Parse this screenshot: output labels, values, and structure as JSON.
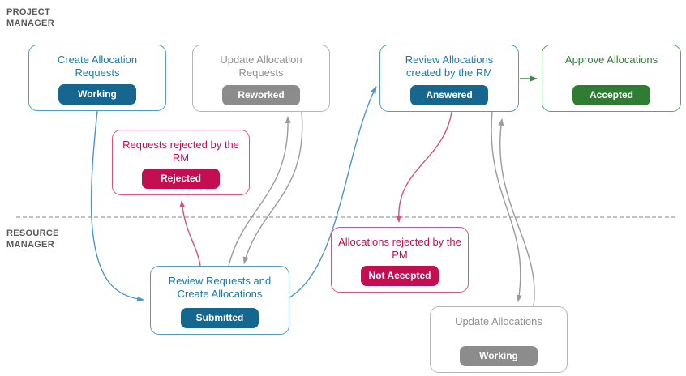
{
  "diagram": {
    "lanes": [
      {
        "label": "PROJECT MANAGER"
      },
      {
        "label": "RESOURCE MANAGER"
      }
    ],
    "nodes": [
      {
        "title": "Create Allocation Requests",
        "badge": "Working",
        "color": "blue"
      },
      {
        "title": "Update Allocation Requests",
        "badge": "Reworked",
        "color": "gray"
      },
      {
        "title": "Review Allocations created by the RM",
        "badge": "Answered",
        "color": "blue"
      },
      {
        "title": "Approve Allocations",
        "badge": "Accepted",
        "color": "green"
      },
      {
        "title": "Requests rejected by the RM",
        "badge": "Rejected",
        "color": "crimson"
      },
      {
        "title": "Allocations rejected by the PM",
        "badge": "Not Accepted",
        "color": "crimson"
      },
      {
        "title": "Review Requests and Create Allocations",
        "badge": "Submitted",
        "color": "blue"
      },
      {
        "title": "Update Allocations",
        "badge": "Working",
        "color": "gray"
      }
    ],
    "edges": [
      {
        "from": "Create Allocation Requests",
        "to": "Review Requests and Create Allocations",
        "color": "blue"
      },
      {
        "from": "Review Requests and Create Allocations",
        "to": "Requests rejected by the RM",
        "color": "crimson"
      },
      {
        "from": "Review Requests and Create Allocations",
        "to": "Update Allocation Requests",
        "color": "gray"
      },
      {
        "from": "Update Allocation Requests",
        "to": "Review Requests and Create Allocations",
        "color": "gray"
      },
      {
        "from": "Review Requests and Create Allocations",
        "to": "Review Allocations created by the RM",
        "color": "blue"
      },
      {
        "from": "Review Allocations created by the RM",
        "to": "Approve Allocations",
        "color": "green"
      },
      {
        "from": "Review Allocations created by the RM",
        "to": "Allocations rejected by the PM",
        "color": "crimson"
      },
      {
        "from": "Update Allocations",
        "to": "Review Allocations created by the RM",
        "color": "gray"
      },
      {
        "from": "Review Allocations created by the RM",
        "to": "Update Allocations",
        "color": "gray"
      }
    ],
    "colors": {
      "blue_border": "#4d9dc9",
      "blue_text": "#1a7aa6",
      "blue_badge": "#15678f",
      "gray_border": "#b5b5b5",
      "gray_text": "#8f8f8f",
      "gray_badge": "#8c8c8c",
      "green_border": "#57a65a",
      "green_text": "#2e7d32",
      "green_badge": "#2e7d32",
      "crimson_border": "#d9537e",
      "crimson_text": "#c30e52",
      "crimson_badge": "#c30e52",
      "arrow_blue": "#4e96c6",
      "arrow_gray": "#9b9b9b",
      "arrow_crimson": "#d4527c",
      "arrow_green": "#3d8b40",
      "lane_label": "#595959",
      "lane_divider": "#9e9e9e"
    }
  }
}
